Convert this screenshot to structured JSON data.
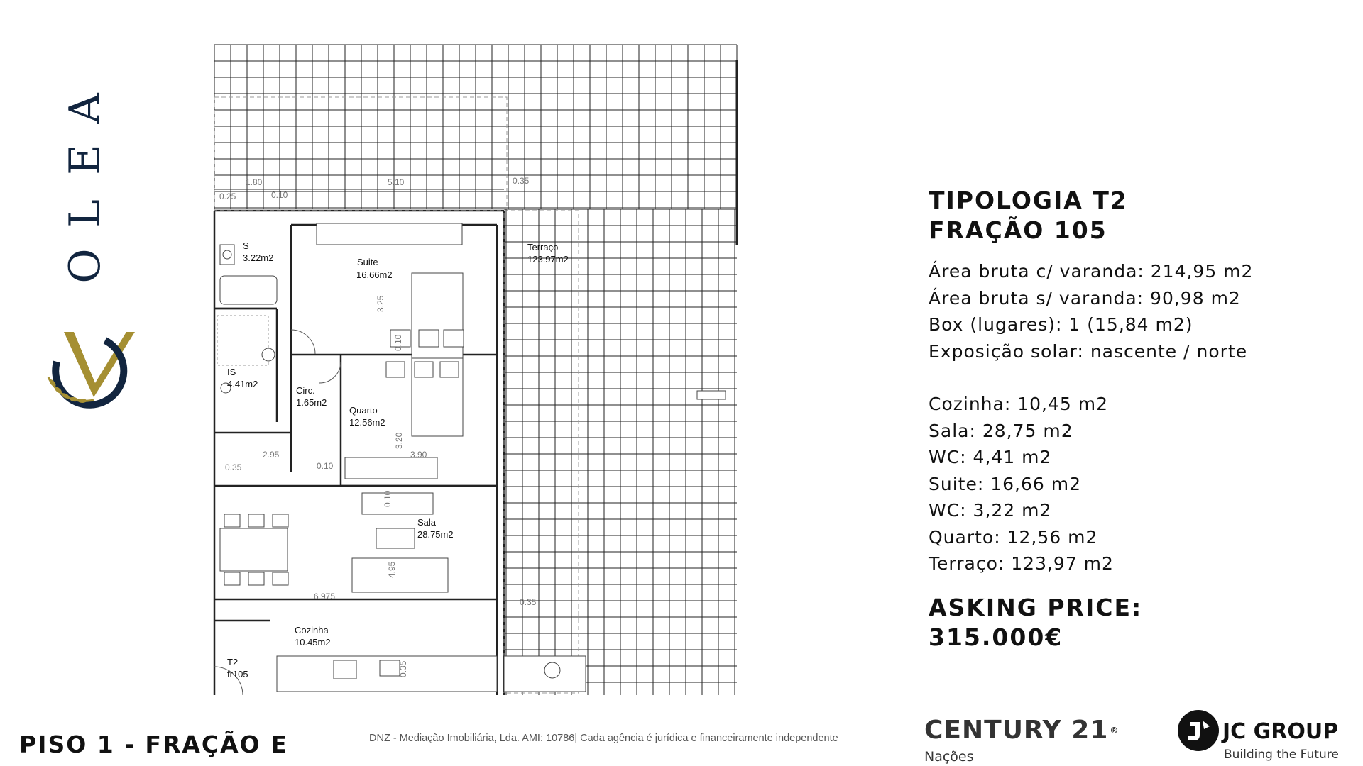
{
  "brand": {
    "logo_text": "OLEA",
    "logo_letters": [
      "O",
      "L",
      "E",
      "A"
    ],
    "colors": {
      "navy": "#12253f",
      "gold": "#a58f32"
    }
  },
  "floor_plan": {
    "rooms": [
      {
        "name": "S",
        "area": "3.22m2"
      },
      {
        "name": "Suite",
        "area": "16.66m2"
      },
      {
        "name": "Terraço",
        "area": "123.97m2"
      },
      {
        "name": "IS",
        "area": "4.41m2"
      },
      {
        "name": "Circ.",
        "area": "1.65m2"
      },
      {
        "name": "Quarto",
        "area": "12.56m2"
      },
      {
        "name": "Sala",
        "area": "28.75m2"
      },
      {
        "name": "Cozinha",
        "area": "10.45m2"
      }
    ],
    "unit_tag": {
      "line1": "T2",
      "line2": "fr105"
    },
    "dimensions": [
      "1.80",
      "5.10",
      "0.35",
      "0.25",
      "0.10",
      "3.25",
      "0.10",
      "3.20",
      "3.90",
      "2.95",
      "0.35",
      "0.10",
      "0.10",
      "4.95",
      "6.975",
      "0.35",
      "0.35"
    ]
  },
  "info": {
    "title_line1": "TIPOLOGIA T2",
    "title_line2": "FRAÇÃO 105",
    "details_a": [
      "Área bruta c/ varanda: 214,95 m2",
      "Área bruta s/ varanda: 90,98 m2",
      "Box (lugares): 1 (15,84 m2)",
      "Exposição solar: nascente / norte"
    ],
    "details_b": [
      "Cozinha: 10,45 m2",
      "Sala: 28,75 m2",
      "WC: 4,41 m2",
      "Suite: 16,66 m2",
      "WC: 3,22 m2",
      "Quarto: 12,56 m2",
      "Terraço: 123,97 m2"
    ],
    "price_label": "ASKING PRICE:",
    "price_value": "315.000€"
  },
  "footer": {
    "floor_label": "PISO 1 - FRAÇÃO E",
    "disclaimer": "DNZ - Mediação Imobiliária, Lda. AMI: 10786| Cada agência é jurídica e financeiramente independente"
  },
  "partners": {
    "century21": {
      "name": "CENTURY 21",
      "registered": "®",
      "branch": "Nações"
    },
    "jcgroup": {
      "name": "JC GROUP",
      "tagline": "Building the Future",
      "icon": "jc-group-logo-icon"
    }
  }
}
